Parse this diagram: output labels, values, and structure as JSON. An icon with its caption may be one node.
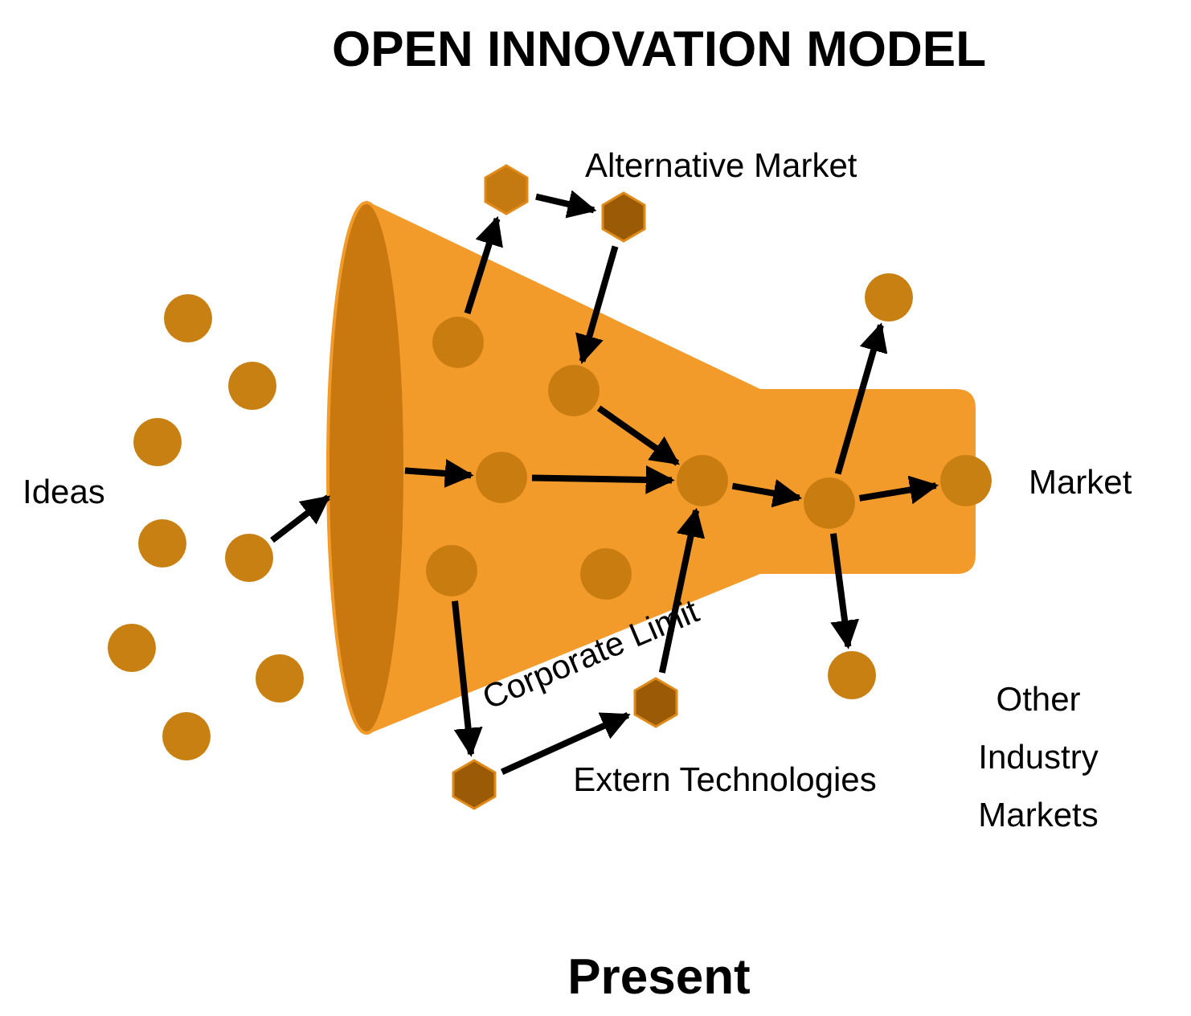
{
  "diagram": {
    "title": "OPEN INNOVATION MODEL",
    "caption": "Present",
    "nodes": [
      {
        "text": [],
        "shape": "funnel"
      },
      {
        "text": [],
        "shape": "hexagon"
      },
      {
        "text": [],
        "shape": "hexagon"
      },
      {
        "text": [],
        "shape": "circle"
      },
      {
        "text": [],
        "shape": "circle"
      },
      {
        "text": [],
        "shape": "circle",
        "in": 0
      },
      {
        "text": [],
        "shape": "circle"
      },
      {
        "text": [],
        "shape": "circle",
        "in": 0
      },
      {
        "text": [],
        "shape": "circle"
      },
      {
        "text": [],
        "shape": "circle",
        "in": 0
      },
      {
        "text": [],
        "shape": "circle",
        "in": 0
      },
      {
        "text": [],
        "shape": "circle"
      },
      {
        "text": [],
        "shape": "circle",
        "in": 0
      },
      {
        "text": [],
        "shape": "circle"
      },
      {
        "text": [],
        "shape": "circle"
      },
      {
        "text": [],
        "shape": "circle",
        "in": 0
      },
      {
        "text": [],
        "shape": "circle",
        "in": 0
      },
      {
        "text": [],
        "shape": "circle"
      },
      {
        "text": [],
        "shape": "circle"
      },
      {
        "text": [],
        "shape": "circle"
      },
      {
        "text": [],
        "shape": "hexagon"
      },
      {
        "text": [],
        "shape": "circle"
      },
      {
        "text": [],
        "shape": "hexagon"
      }
    ],
    "edges": [
      {
        "from": 14,
        "to": 0,
        "arrow": "to"
      },
      {
        "from": 0,
        "to": 9,
        "arrow": "to"
      },
      {
        "from": 5,
        "to": 1,
        "arrow": "to"
      },
      {
        "from": 1,
        "to": 2,
        "arrow": "to"
      },
      {
        "from": 2,
        "to": 7,
        "arrow": "to"
      },
      {
        "from": 7,
        "to": 10,
        "arrow": "to"
      },
      {
        "from": 9,
        "to": 10,
        "arrow": "to"
      },
      {
        "from": 10,
        "to": 12,
        "arrow": "to"
      },
      {
        "from": 15,
        "to": 22,
        "arrow": "to"
      },
      {
        "from": 22,
        "to": 20,
        "arrow": "to"
      },
      {
        "from": 20,
        "to": 10,
        "arrow": "to"
      },
      {
        "from": 12,
        "to": 4,
        "arrow": "to"
      },
      {
        "from": 12,
        "to": 11,
        "arrow": "to"
      },
      {
        "from": 12,
        "to": 18,
        "arrow": "to"
      }
    ],
    "labels": [
      "Alternative Market",
      "Ideas",
      "Market",
      "Corporate Limit",
      "Other Industry Markets",
      "Extern Technologies"
    ]
  }
}
